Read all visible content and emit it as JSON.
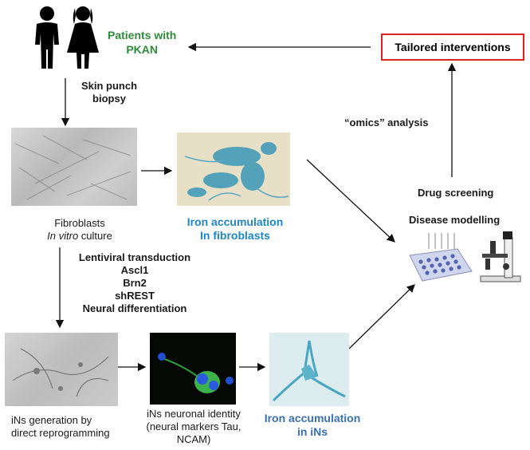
{
  "patients": {
    "line1": "Patients with",
    "line2": "PKAN"
  },
  "biopsy": {
    "line1": "Skin punch",
    "line2": "biopsy"
  },
  "fibroblasts": {
    "line1": "Fibroblasts",
    "line2_italic": "In vitro",
    "line2_rest": " culture"
  },
  "iron_fibro": {
    "line1": "Iron accumulation",
    "line2": "In fibroblasts"
  },
  "transduction": {
    "lines": [
      "Lentiviral transduction",
      "Ascl1",
      "Brn2",
      "shREST",
      "Neural differentiation"
    ]
  },
  "ins_gen": {
    "line1": "iNs generation by",
    "line2": "direct reprogramming"
  },
  "ins_identity": {
    "line1": "iNs neuronal identity",
    "line2": "(neural markers Tau,",
    "line3": "NCAM)"
  },
  "iron_ins": {
    "line1": "Iron accumulation",
    "line2": "in iNs"
  },
  "omics": "“omics” analysis",
  "drug_screening": "Drug screening",
  "disease_modelling": "Disease modelling",
  "tailored": "Tailored interventions",
  "colors": {
    "green": "#2e8b3a",
    "blue_fibro": "#1f86c2",
    "blue_ins": "#3a6fb0",
    "box_border": "#e02020"
  }
}
